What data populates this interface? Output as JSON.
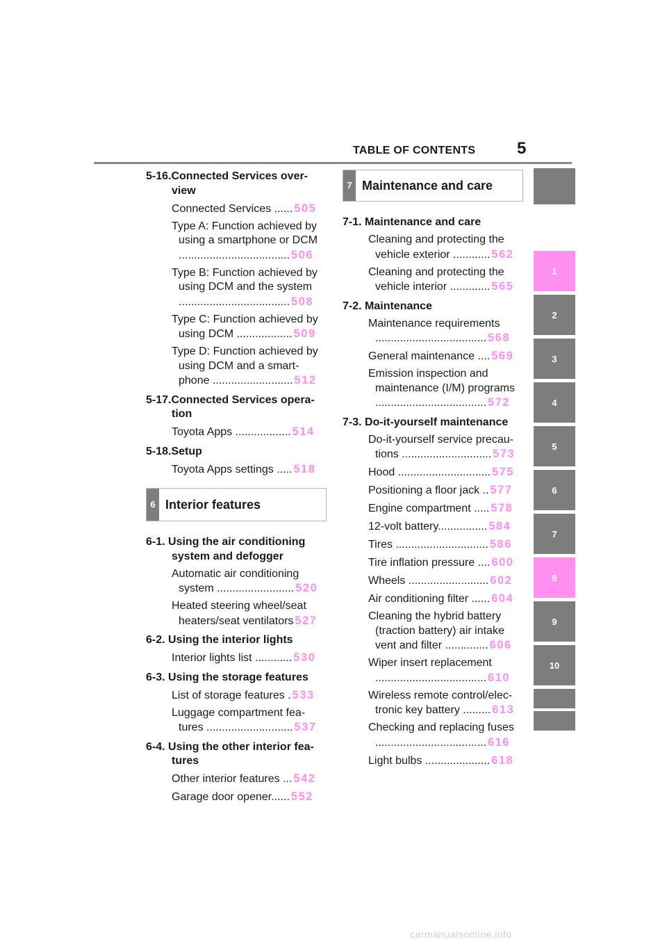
{
  "header": {
    "title": "TABLE OF CONTENTS",
    "page_number": "5"
  },
  "left_column": [
    {
      "kind": "heading",
      "text": "5-16.Connected Services over-view"
    },
    {
      "kind": "entry",
      "text": "Connected Services ......",
      "page": "505"
    },
    {
      "kind": "entry",
      "text": "Type A: Function achieved by using a smartphone or DCM ....................................",
      "page": "506"
    },
    {
      "kind": "entry",
      "text": "Type B: Function achieved by using DCM and the system ....................................",
      "page": "508"
    },
    {
      "kind": "entry",
      "text": "Type C: Function achieved by using DCM ..................",
      "page": "509"
    },
    {
      "kind": "entry",
      "text": "Type D: Function achieved by using DCM and a smart-phone ..........................",
      "page": "512"
    },
    {
      "kind": "heading",
      "text": "5-17.Connected Services opera-tion"
    },
    {
      "kind": "entry",
      "text": "Toyota Apps ..................",
      "page": "514"
    },
    {
      "kind": "heading",
      "text": "5-18.Setup"
    },
    {
      "kind": "entry",
      "text": "Toyota Apps settings .....",
      "page": "518"
    },
    {
      "kind": "chapter",
      "number": "6",
      "title": "Interior features"
    },
    {
      "kind": "heading",
      "text": "6-1. Using the air conditioning system and defogger"
    },
    {
      "kind": "entry",
      "text": "Automatic air conditioning system .........................",
      "page": "520"
    },
    {
      "kind": "entry",
      "text": "Heated steering wheel/seat heaters/seat ventilators",
      "page": "527"
    },
    {
      "kind": "heading",
      "text": "6-2. Using the interior lights"
    },
    {
      "kind": "entry",
      "text": "Interior lights list ............",
      "page": "530"
    },
    {
      "kind": "heading",
      "text": "6-3. Using the storage features"
    },
    {
      "kind": "entry",
      "text": "List of storage features .",
      "page": "533"
    },
    {
      "kind": "entry",
      "text": "Luggage compartment fea-tures ............................",
      "page": "537"
    },
    {
      "kind": "heading",
      "text": "6-4. Using the other interior fea-tures"
    },
    {
      "kind": "entry",
      "text": "Other interior features ...",
      "page": "542"
    },
    {
      "kind": "entry",
      "text": "Garage door opener......",
      "page": "552"
    }
  ],
  "right_column": [
    {
      "kind": "chapter",
      "number": "7",
      "title": "Maintenance and care"
    },
    {
      "kind": "heading",
      "text": "7-1. Maintenance and care"
    },
    {
      "kind": "entry",
      "text": "Cleaning and protecting the vehicle exterior ............",
      "page": "562"
    },
    {
      "kind": "entry",
      "text": "Cleaning and protecting the vehicle interior .............",
      "page": "565"
    },
    {
      "kind": "heading",
      "text": "7-2. Maintenance"
    },
    {
      "kind": "entry",
      "text": "Maintenance requirements ....................................",
      "page": "568"
    },
    {
      "kind": "entry",
      "text": "General maintenance ....",
      "page": "569"
    },
    {
      "kind": "entry",
      "text": "Emission inspection and maintenance (I/M) programs ....................................",
      "page": "572"
    },
    {
      "kind": "heading",
      "text": "7-3. Do-it-yourself maintenance"
    },
    {
      "kind": "entry",
      "text": "Do-it-yourself service precau-tions .............................",
      "page": "573"
    },
    {
      "kind": "entry",
      "text": "Hood ..............................",
      "page": "575"
    },
    {
      "kind": "entry",
      "text": "Positioning a floor jack ..",
      "page": "577"
    },
    {
      "kind": "entry",
      "text": "Engine compartment .....",
      "page": "578"
    },
    {
      "kind": "entry",
      "text": "12-volt battery................",
      "page": "584"
    },
    {
      "kind": "entry",
      "text": "Tires ..............................",
      "page": "586"
    },
    {
      "kind": "entry",
      "text": "Tire inflation pressure ....",
      "page": "600"
    },
    {
      "kind": "entry",
      "text": "Wheels ..........................",
      "page": "602"
    },
    {
      "kind": "entry",
      "text": "Air conditioning filter ......",
      "page": "604"
    },
    {
      "kind": "entry",
      "text": "Cleaning the hybrid battery (traction battery) air intake vent and filter ..............",
      "page": "606"
    },
    {
      "kind": "entry",
      "text": "Wiper insert replacement ....................................",
      "page": "610"
    },
    {
      "kind": "entry",
      "text": "Wireless remote control/elec-tronic key battery .........",
      "page": "613"
    },
    {
      "kind": "entry",
      "text": "Checking and replacing fuses ....................................",
      "page": "616"
    },
    {
      "kind": "entry",
      "text": "Light bulbs .....................",
      "page": "618"
    }
  ],
  "side_tabs": [
    {
      "label": "",
      "color": "#7d7d7d"
    },
    {
      "label": "1",
      "color": "#ff8ff0"
    },
    {
      "label": "2",
      "color": "#7d7d7d"
    },
    {
      "label": "3",
      "color": "#7d7d7d"
    },
    {
      "label": "4",
      "color": "#7d7d7d"
    },
    {
      "label": "5",
      "color": "#7d7d7d"
    },
    {
      "label": "6",
      "color": "#7d7d7d"
    },
    {
      "label": "7",
      "color": "#7d7d7d"
    },
    {
      "label": "8",
      "color": "#ff8ff0"
    },
    {
      "label": "9",
      "color": "#7d7d7d"
    },
    {
      "label": "10",
      "color": "#7d7d7d"
    },
    {
      "label": "",
      "color": "#7d7d7d"
    },
    {
      "label": "",
      "color": "#7d7d7d"
    }
  ],
  "watermark": "carmanualsonline.info",
  "colors": {
    "accent_pink": "#ff8ff0",
    "tab_grey": "#7d7d7d"
  }
}
